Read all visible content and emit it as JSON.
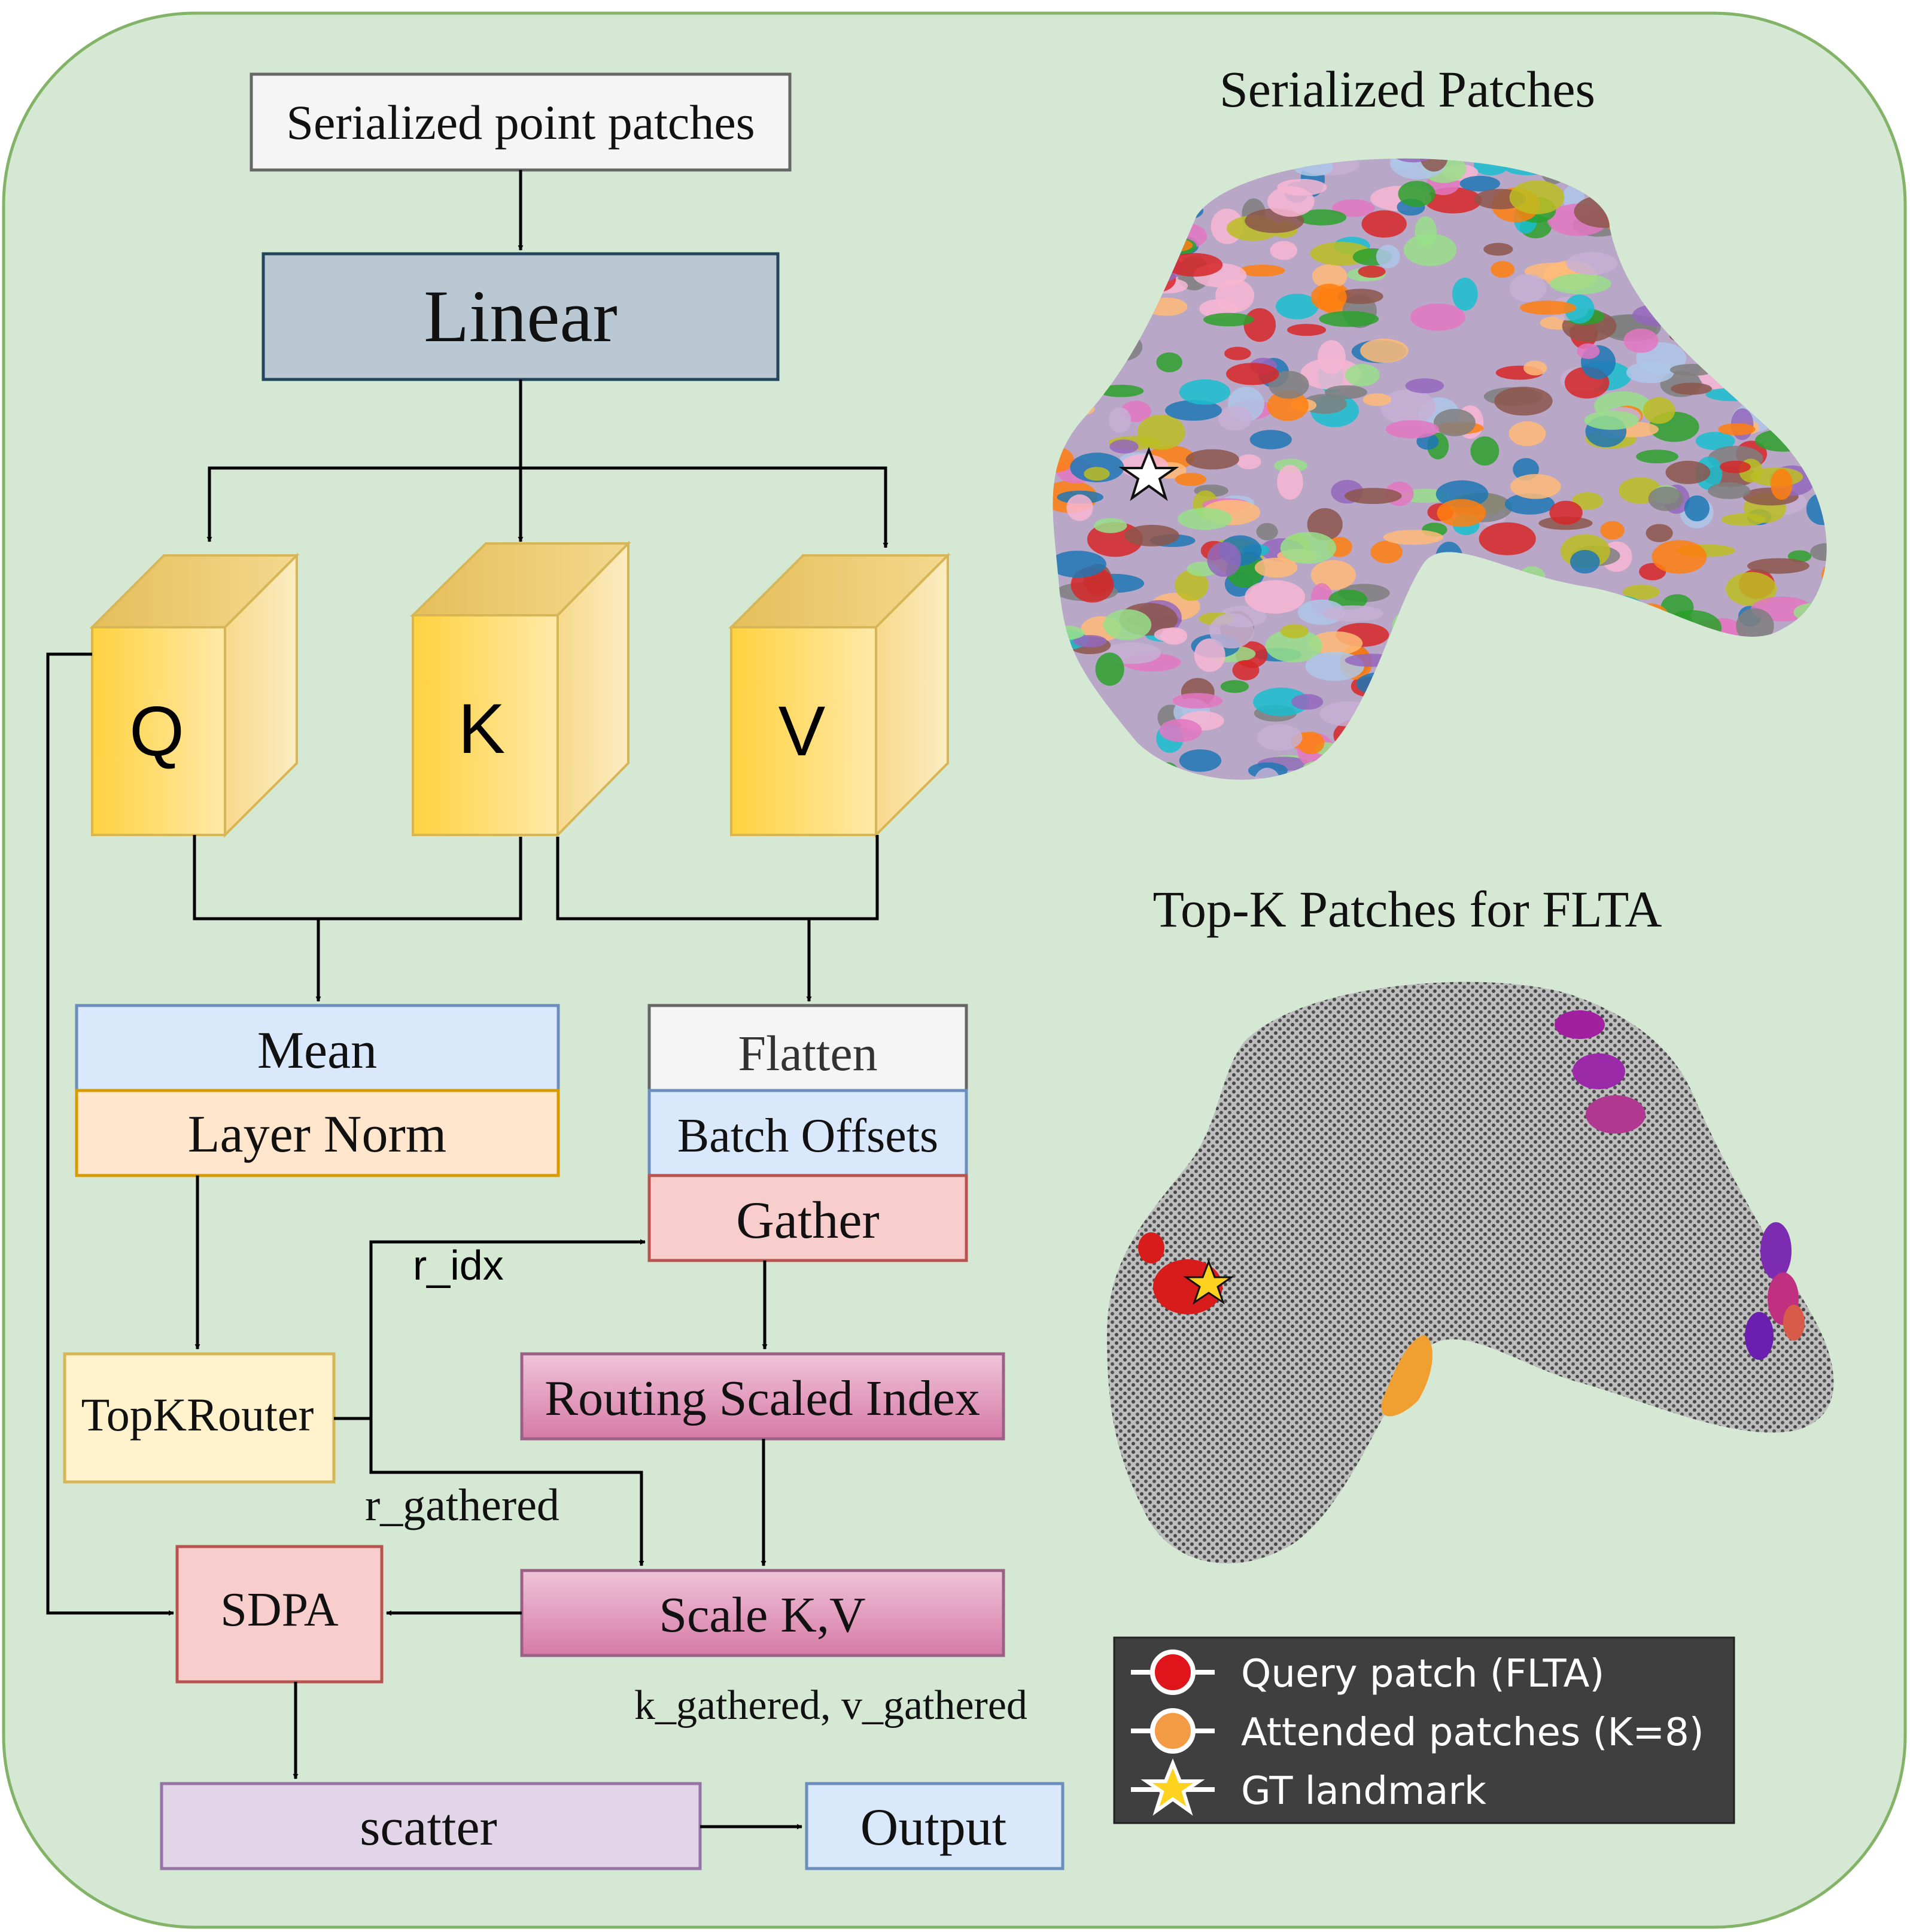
{
  "input": {
    "label": "Serialized point patches"
  },
  "linear": {
    "label": "Linear"
  },
  "qkv": {
    "q": "Q",
    "k": "K",
    "v": "V"
  },
  "mean": {
    "label": "Mean"
  },
  "layer_norm": {
    "label": "Layer Norm"
  },
  "flatten": {
    "label": "Flatten"
  },
  "batch_offsets": {
    "label": "Batch Offsets"
  },
  "gather": {
    "label": "Gather"
  },
  "router": {
    "label": "TopKRouter"
  },
  "routing_scaled_index": {
    "label": "Routing Scaled Index"
  },
  "scale_kv": {
    "label": "Scale K,V"
  },
  "sdpa": {
    "label": "SDPA"
  },
  "scatter": {
    "label": "scatter"
  },
  "output": {
    "label": "Output"
  },
  "edge_labels": {
    "r_idx": "r_idx",
    "r_gathered": "r_gathered",
    "kv_gathered": "k_gathered, v_gathered"
  },
  "panels": {
    "serialized_title": "Serialized Patches",
    "topk_title": "Top-K Patches for FLTA"
  },
  "legend": {
    "items": [
      {
        "label": "Query patch (FLTA)",
        "color": "#e0151b"
      },
      {
        "label": "Attended patches (K=8)",
        "color": "#f39a44"
      },
      {
        "label": "GT landmark",
        "color": "#ffd21f"
      }
    ]
  },
  "colors": {
    "background": "#d5e8d4",
    "border": "#82b366",
    "linear_fill": "#bac8d3",
    "qkv_fill": "#ffd966",
    "mean_fill": "#dae8fc",
    "layer_norm_fill": "#ffe6cc",
    "gather_fill": "#f8cecc",
    "routing_fill": "#e6a0c0",
    "scatter_fill": "#e1d5e7",
    "router_fill": "#fff2cc",
    "legend_bg": "#3f3f3f"
  }
}
